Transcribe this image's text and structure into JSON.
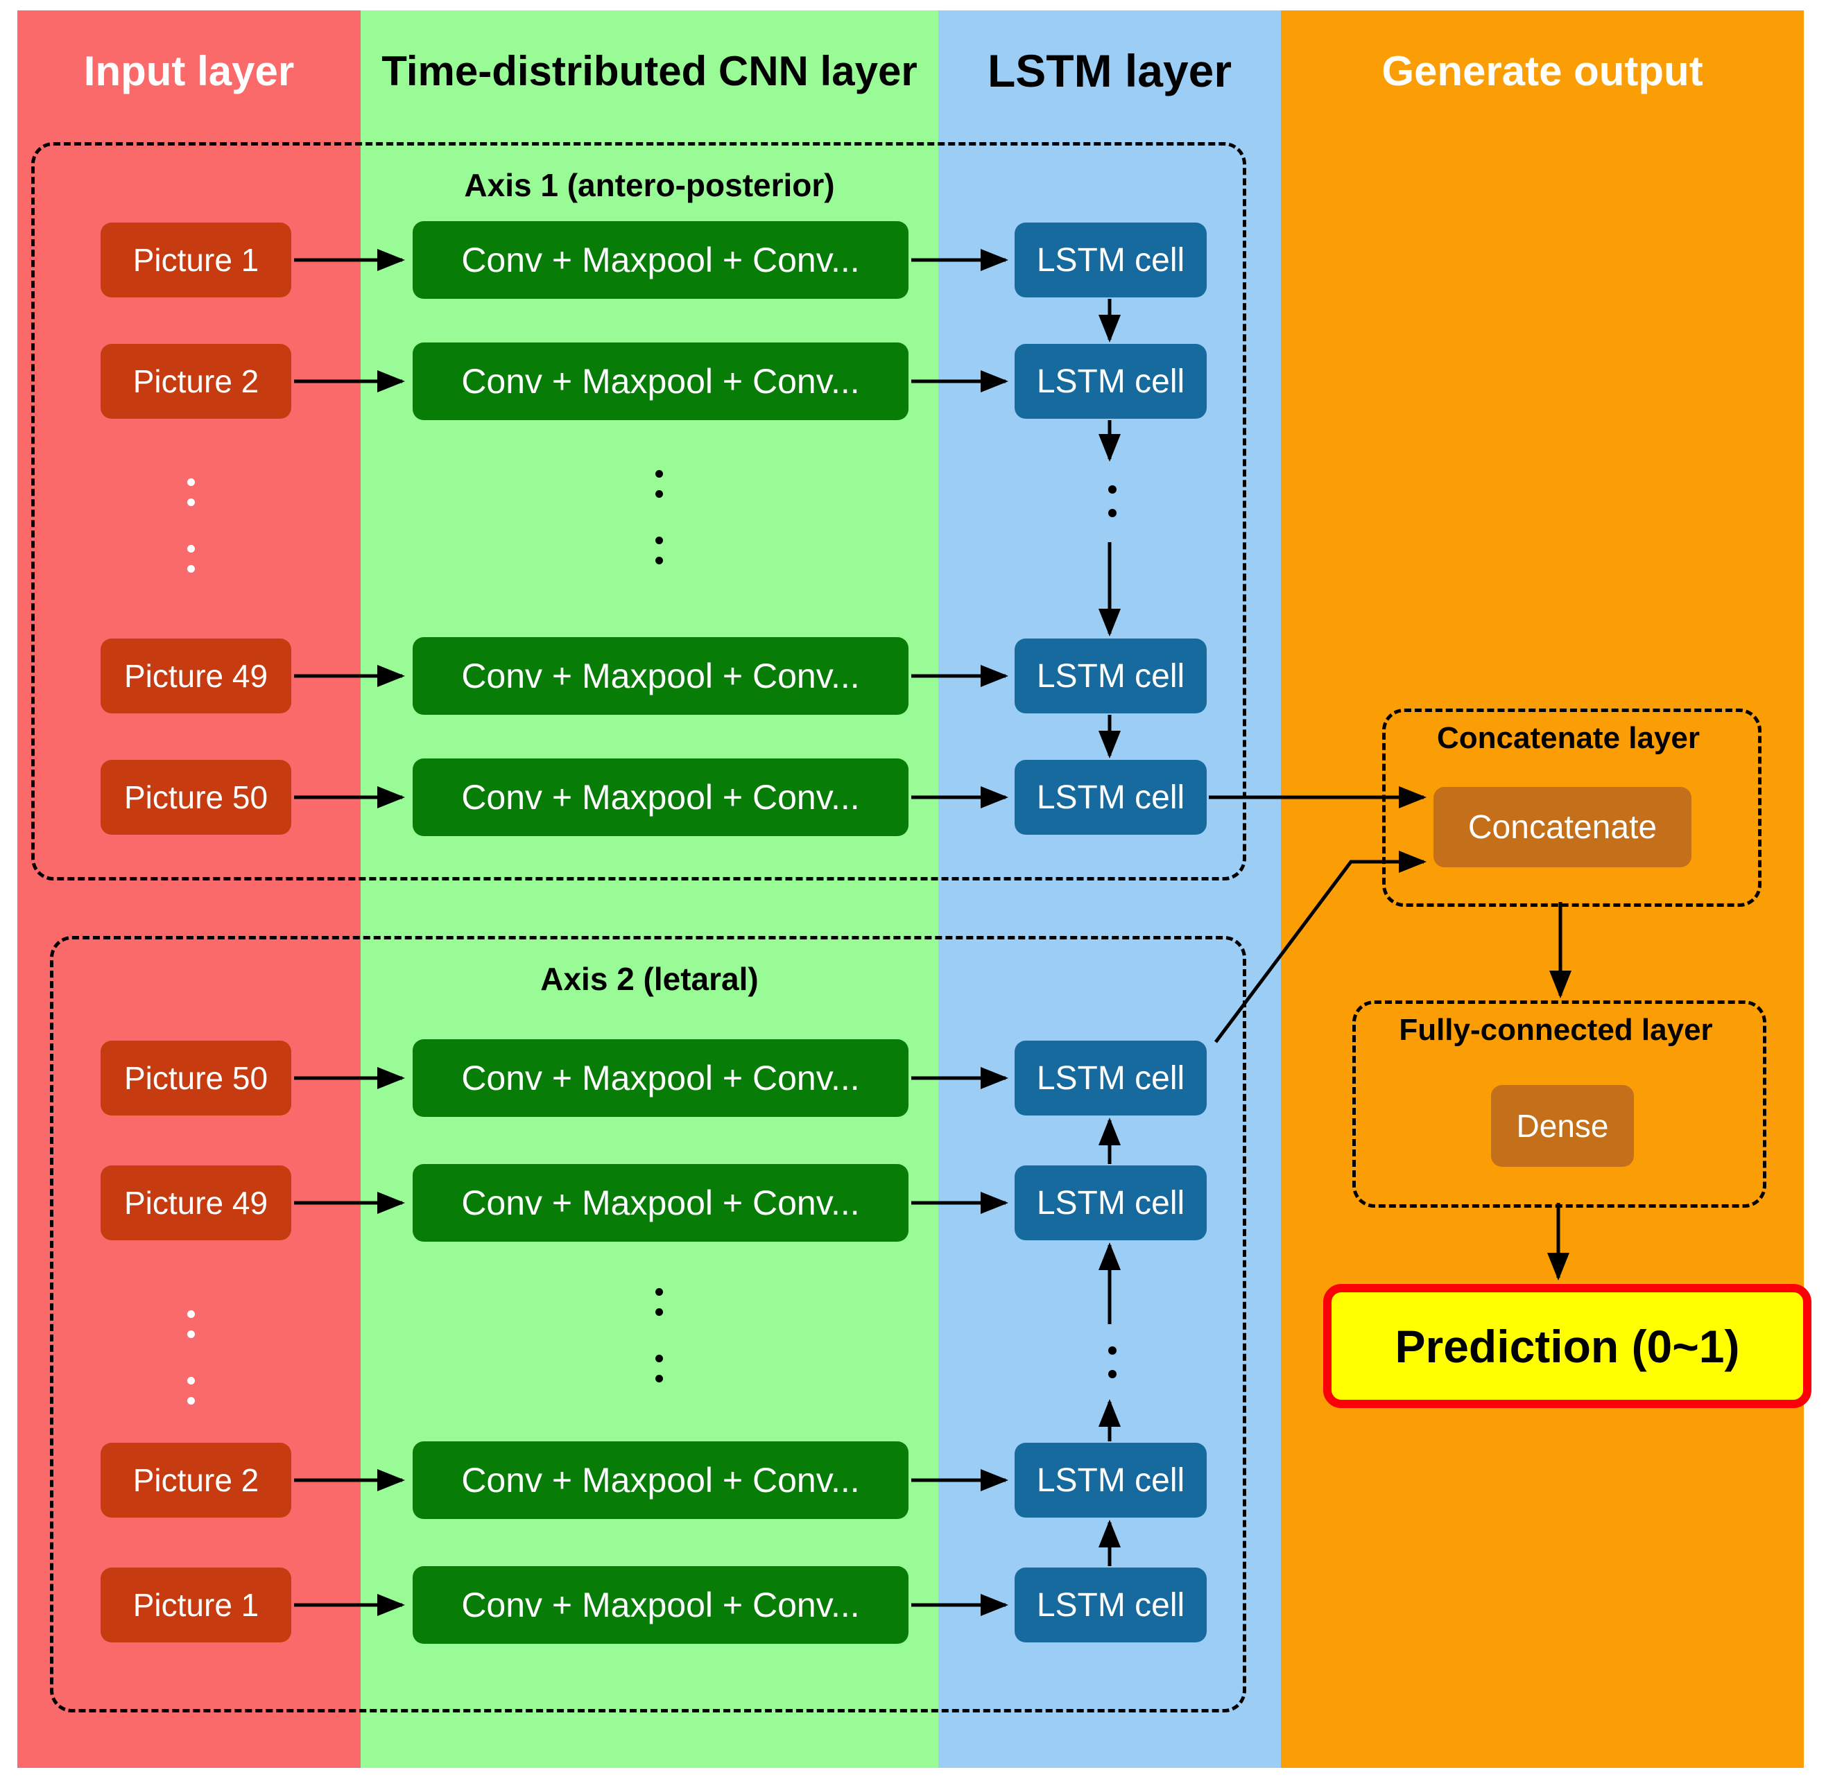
{
  "columns": [
    {
      "label": "Input layer",
      "color": "#fa6a6a",
      "text_color": "#ffffff"
    },
    {
      "label": "Time-distributed CNN layer",
      "color": "#98fb96",
      "text_color": "#000000"
    },
    {
      "label": "LSTM layer",
      "color": "#9ccdf4",
      "text_color": "#000000"
    },
    {
      "label": "Generate output",
      "color": "#fb9d04",
      "text_color": "#ffffff"
    }
  ],
  "axis1": {
    "title": "Axis 1 (antero-posterior)",
    "rows": [
      {
        "picture": "Picture 1",
        "cnn": "Conv + Maxpool + Conv...",
        "lstm": "LSTM cell"
      },
      {
        "picture": "Picture 2",
        "cnn": "Conv + Maxpool + Conv...",
        "lstm": "LSTM cell"
      },
      {
        "picture": "Picture 49",
        "cnn": "Conv + Maxpool + Conv...",
        "lstm": "LSTM cell"
      },
      {
        "picture": "Picture 50",
        "cnn": "Conv + Maxpool + Conv...",
        "lstm": "LSTM cell"
      }
    ]
  },
  "axis2": {
    "title": "Axis 2 (letaral)",
    "rows": [
      {
        "picture": "Picture 50",
        "cnn": "Conv + Maxpool + Conv...",
        "lstm": "LSTM cell"
      },
      {
        "picture": "Picture 49",
        "cnn": "Conv + Maxpool + Conv...",
        "lstm": "LSTM cell"
      },
      {
        "picture": "Picture 2",
        "cnn": "Conv + Maxpool + Conv...",
        "lstm": "LSTM cell"
      },
      {
        "picture": "Picture 1",
        "cnn": "Conv + Maxpool + Conv...",
        "lstm": "LSTM cell"
      }
    ]
  },
  "output": {
    "concatenate_layer_title": "Concatenate layer",
    "concatenate_label": "Concatenate",
    "fully_connected_layer_title": "Fully-connected layer",
    "dense_label": "Dense",
    "prediction_label": "Prediction (0~1)"
  },
  "colors": {
    "picture_box": "#c63c10",
    "cnn_box": "#077d07",
    "lstm_box": "#176a9e",
    "dense_box": "#c4701a",
    "prediction_bg": "#ffff00",
    "prediction_border": "#fb0007"
  }
}
